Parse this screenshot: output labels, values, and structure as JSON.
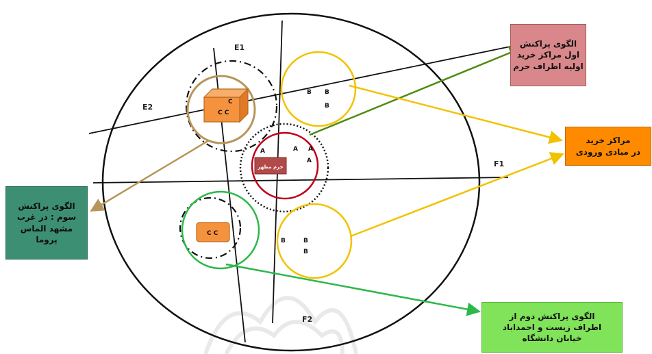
{
  "diagram": {
    "labels": {
      "e1": "E1",
      "e2": "E2",
      "f1": "F1",
      "f2": "F2"
    },
    "haram_label": "حرم مطهر",
    "letters": {
      "cube": "C",
      "cube_line2": "C C",
      "orange_box": "C C",
      "a": "A",
      "b": "B"
    },
    "boxes": {
      "first": {
        "lines": [
          "الگوی پراکنش",
          "اول مراکز خرید",
          "اولیه اطراف حرم"
        ],
        "color": "#d9878a"
      },
      "entrances": {
        "lines": [
          "مراکز خرید",
          "در مبادی ورودی"
        ],
        "color": "#ff8a00"
      },
      "third": {
        "lines": [
          "الگوی پراکنش",
          "سوم : در غرب",
          "مشهد الماس",
          "پروما"
        ],
        "color": "#3d8f74"
      },
      "second": {
        "lines": [
          "الگوی پراکنش دوم از",
          "اطراف زیست و احمداباد",
          "خیابان دانشگاه"
        ],
        "color": "#80e35a"
      }
    },
    "colors": {
      "yellow": "#f2c200",
      "red": "#c0001a",
      "olive_arrow": "#4f8a10",
      "tan": "#b8955a",
      "green": "#2db84a",
      "orange": "#f5923e"
    }
  }
}
